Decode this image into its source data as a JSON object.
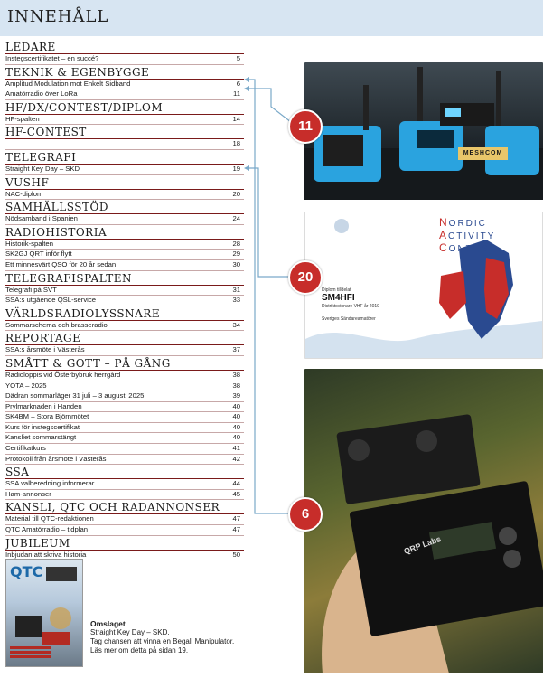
{
  "header": {
    "title": "INNEHÅLL"
  },
  "toc": [
    {
      "section": "LEDARE",
      "items": [
        {
          "title": "Instegscertifikatet – en succé?",
          "page": "5"
        }
      ]
    },
    {
      "section": "TEKNIK & EGENBYGGE",
      "items": [
        {
          "title": "Amplitud Modulation mot Enkelt Sidband",
          "page": "6"
        },
        {
          "title": "Amatörradio över LoRa",
          "page": "11"
        }
      ]
    },
    {
      "section": "HF/DX/CONTEST/DIPLOM",
      "items": [
        {
          "title": "HF-spalten",
          "page": "14"
        }
      ]
    },
    {
      "section": "HF-CONTEST",
      "items": [
        {
          "title": "",
          "page": "18"
        }
      ]
    },
    {
      "section": "TELEGRAFI",
      "items": [
        {
          "title": "Straight Key Day – SKD",
          "page": "19"
        }
      ]
    },
    {
      "section": "VUSHF",
      "items": [
        {
          "title": "NAC-diplom",
          "page": "20"
        }
      ]
    },
    {
      "section": "SAMHÄLLSSTÖD",
      "items": [
        {
          "title": "Nödsamband i Spanien",
          "page": "24"
        }
      ]
    },
    {
      "section": "RADIOHISTORIA",
      "items": [
        {
          "title": "Historik-spalten",
          "page": "28"
        },
        {
          "title": "SK2GJ QRT inför flytt",
          "page": "29"
        },
        {
          "title": "Ett minnesvärt QSO för 20 år sedan",
          "page": "30"
        }
      ]
    },
    {
      "section": "TELEGRAFISPALTEN",
      "items": [
        {
          "title": "Telegrafi på SVT",
          "page": "31"
        },
        {
          "title": "SSA:s utgående QSL-service",
          "page": "33"
        }
      ]
    },
    {
      "section": "VÄRLDSRADIOLYSSNARE",
      "items": [
        {
          "title": "Sommarschema och brasseradio",
          "page": "34"
        }
      ]
    },
    {
      "section": "REPORTAGE",
      "items": [
        {
          "title": "SSA:s årsmöte i Västerås",
          "page": "37"
        }
      ]
    },
    {
      "section": "SMÅTT & GOTT – PÅ GÅNG",
      "items": [
        {
          "title": "Radioloppis vid Österbybruk herrgård",
          "page": "38"
        },
        {
          "title": "YOTA – 2025",
          "page": "38"
        },
        {
          "title": "Dädran sommarläger 31 juli – 3 augusti 2025",
          "page": "39"
        },
        {
          "title": "Prylmarknaden i Handen",
          "page": "40"
        },
        {
          "title": "SK4BM – Stora Björnmötet",
          "page": "40"
        },
        {
          "title": "Kurs för instegscertifikat",
          "page": "40"
        },
        {
          "title": "Kansliet sommarstängt",
          "page": "40"
        },
        {
          "title": "Certifikatkurs",
          "page": "41"
        },
        {
          "title": "Protokoll från årsmöte i Västerås",
          "page": "42"
        }
      ]
    },
    {
      "section": "SSA",
      "items": [
        {
          "title": "SSA valberedning informerar",
          "page": "44"
        },
        {
          "title": "Ham-annonser",
          "page": "45"
        }
      ]
    },
    {
      "section": "KANSLI, QTC OCH RADANNONSER",
      "items": [
        {
          "title": "Material till QTC-redaktionen",
          "page": "47"
        },
        {
          "title": "QTC Amatörradio – tidplan",
          "page": "47"
        }
      ]
    },
    {
      "section": "JUBILEUM",
      "items": [
        {
          "title": "Inbjudan att skriva historia",
          "page": "50"
        }
      ]
    }
  ],
  "badges": {
    "b11": "11",
    "b20": "20",
    "b6": "6"
  },
  "photo_texts": {
    "meshcom": "MESHCOM",
    "nordic": "N",
    "nordic_rest": "ORDIC",
    "activity": "A",
    "activity_rest": "CTIVITY",
    "contest": "C",
    "contest_rest": "ONTEST",
    "cert_line1": "Diplom tilldelat",
    "cert_call": "SM4HFI",
    "cert_line2": "Distriktsvinnare VHF år 2019",
    "cert_org1": "Sveriges Sändareamatörer",
    "qrp_brand": "QRP Labs"
  },
  "cover": {
    "logo": "QTC",
    "caption_title": "Omslaget",
    "caption_lines": [
      "Straight Key Day – SKD.",
      "Tag chansen att vinna en Begali Manipulator.",
      "Läs mer om detta på sidan 19."
    ]
  },
  "colors": {
    "header_band": "#d7e5f2",
    "badge": "#c72d2a",
    "arrow": "#7aa9c9",
    "rule": "#7a1a1a"
  }
}
